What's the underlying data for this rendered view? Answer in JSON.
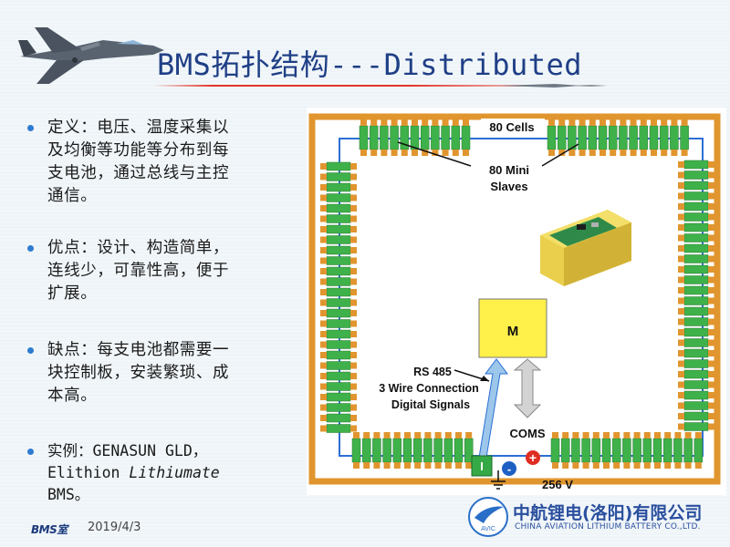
{
  "slide": {
    "title": "BMS拓扑结构---Distributed"
  },
  "bullets": [
    {
      "text": "定义：电压、温度采集以及均衡等功能等分布到每支电池，通过总线与主控通信。",
      "lines": [
        "定义：电压、温度采集以",
        "及均衡等功能等分布到每",
        "支电池，通过总线与主控",
        "通信。"
      ]
    },
    {
      "text": "优点：设计、构造简单，连线少，可靠性高，便于扩展。",
      "lines": [
        "优点：设计、构造简单，",
        "连线少，可靠性高，便于",
        "扩展。"
      ]
    },
    {
      "text": "缺点：每支电池都需要一块控制板，安装繁琐、成本高。",
      "lines": [
        "缺点：每支电池都需要一",
        "块控制板，安装繁琐、成",
        "本高。"
      ]
    },
    {
      "line1": "实例：GENASUN  GLD，",
      "line2_prefix": "Elithion ",
      "line2_italic": "Lithiumate",
      "line3": "BMS。"
    }
  ],
  "diagram": {
    "cells_label": "80 Cells",
    "slaves_label_1": "80 Mini",
    "slaves_label_2": "Slaves",
    "master_label": "M",
    "rs485_1": "RS 485",
    "rs485_2": "3 Wire Connection",
    "rs485_3": "Digital Signals",
    "coms_label": "COMS",
    "voltage_label": "256 V",
    "plus_sign": "+",
    "minus_sign": "-",
    "switch_label": "I"
  },
  "footer": {
    "logo_text": "BMS室",
    "date": "2019/4/3"
  },
  "company": {
    "name_cn": "中航锂电(洛阳)有限公司",
    "name_en": "CHINA AVIATION LITHIUM BATTERY CO.,LTD.",
    "badge": "AVIC"
  },
  "colors": {
    "title": "#1f3f86",
    "bus_line": "#2b6fd6",
    "cell_green": "#3fb14a",
    "tab_orange": "#e0952e",
    "master_yellow": "#fff04a"
  }
}
